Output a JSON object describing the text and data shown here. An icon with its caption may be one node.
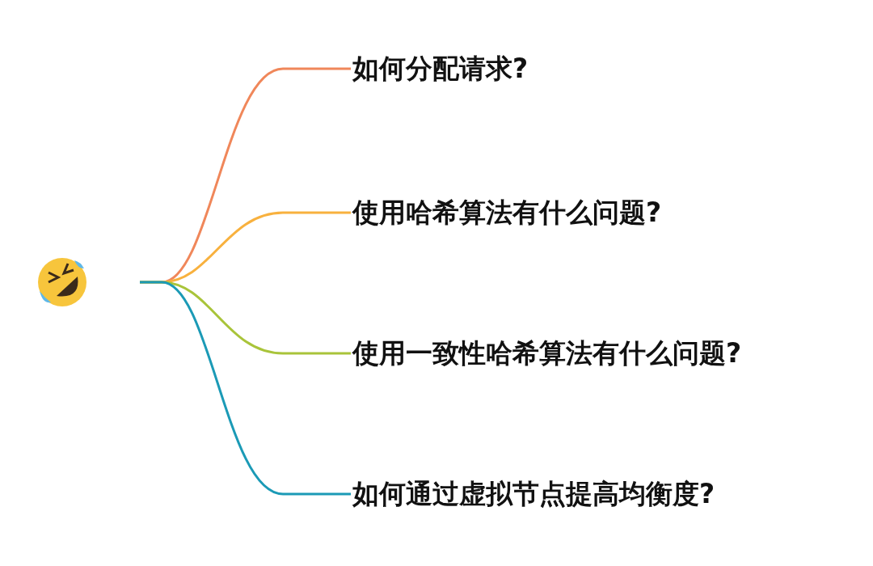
{
  "diagram": {
    "nodes": [
      {
        "text": [],
        "shape": "picture"
      },
      {
        "text": [
          "如何分配请求?"
        ]
      },
      {
        "text": [
          "使用哈希算法有什么问题?"
        ]
      },
      {
        "text": [
          "使用一致性哈希算法有什么问题?"
        ]
      },
      {
        "text": [
          "如何通过虚拟节点提高均衡度?"
        ]
      }
    ],
    "edges": [
      {
        "from": 0,
        "to": 1,
        "arrow": "none",
        "color": "#f0875a"
      },
      {
        "from": 0,
        "to": 2,
        "arrow": "none",
        "color": "#f8b13e"
      },
      {
        "from": 0,
        "to": 3,
        "arrow": "none",
        "color": "#a9c43a"
      },
      {
        "from": 0,
        "to": 4,
        "arrow": "none",
        "color": "#1b9ab6"
      }
    ]
  }
}
